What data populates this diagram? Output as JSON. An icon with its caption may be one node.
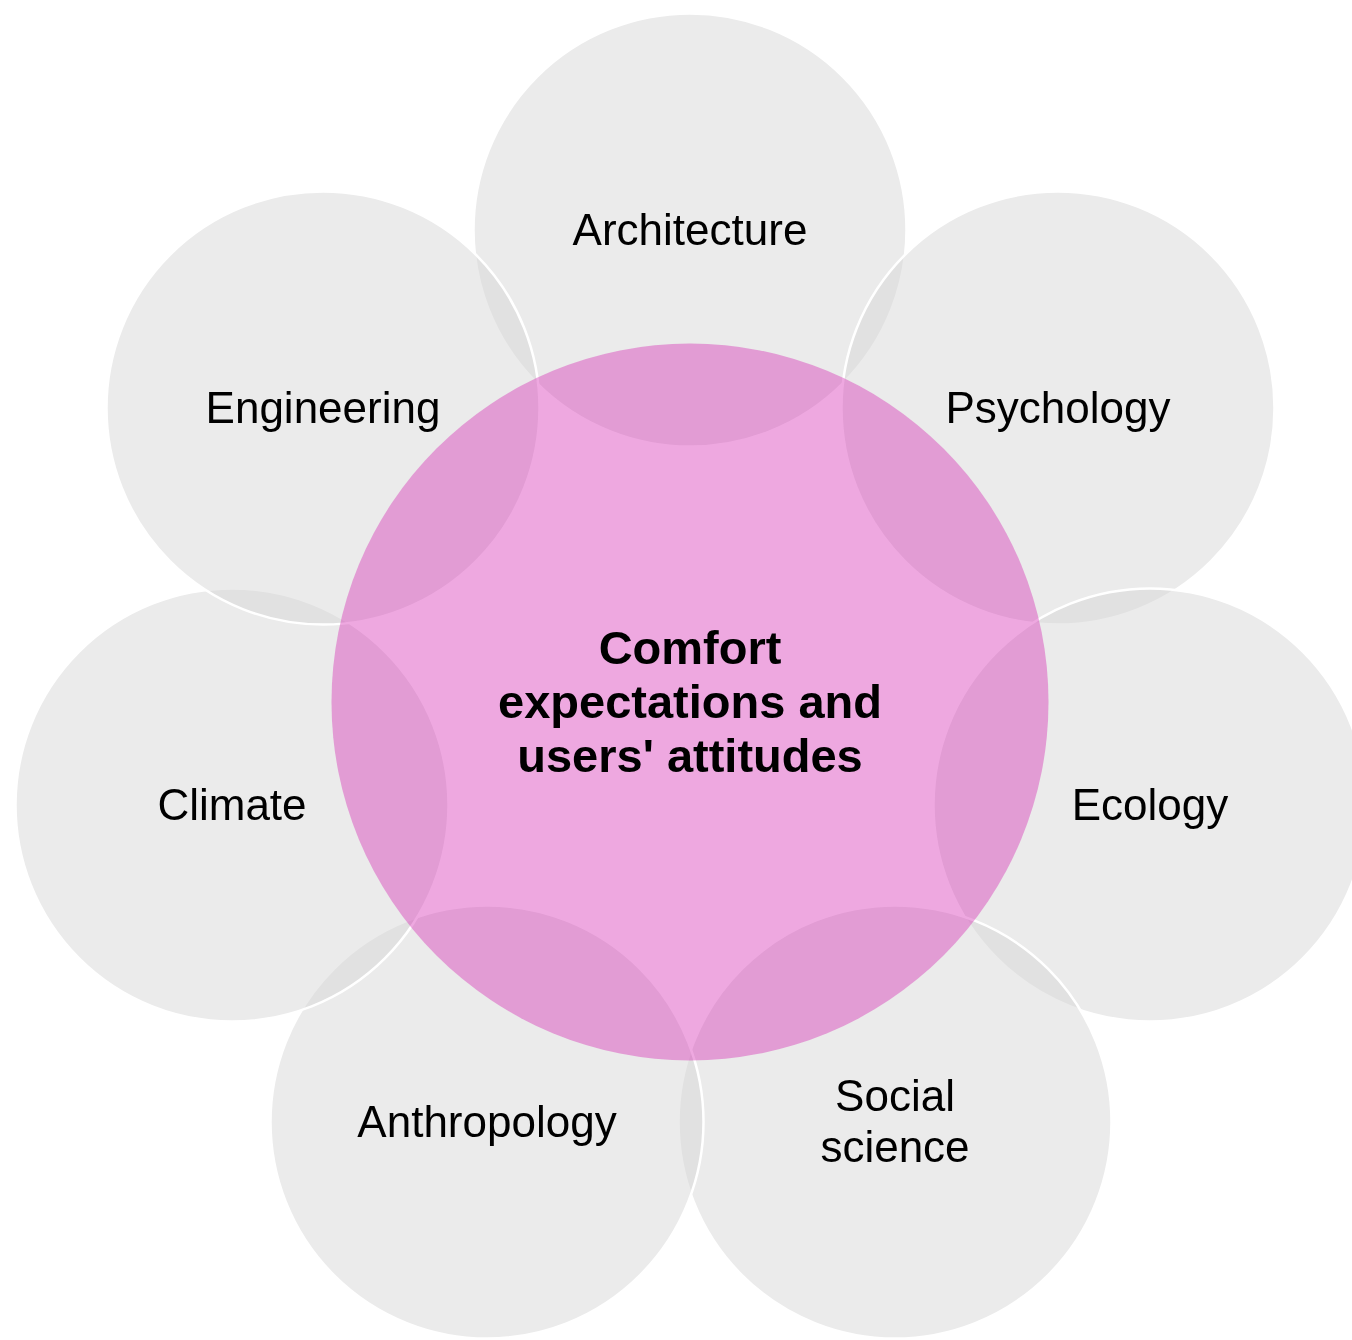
{
  "diagram": {
    "nodes": [
      {
        "text": [
          "Comfort expectations and users' attitudes"
        ]
      },
      {
        "text": [
          "Architecture"
        ]
      },
      {
        "text": [
          "Psychology"
        ]
      },
      {
        "text": [
          "Ecology"
        ]
      },
      {
        "text": [
          "Social science"
        ]
      },
      {
        "text": [
          "Anthropology"
        ]
      },
      {
        "text": [
          "Climate"
        ]
      },
      {
        "text": [
          "Engineering"
        ]
      }
    ]
  }
}
